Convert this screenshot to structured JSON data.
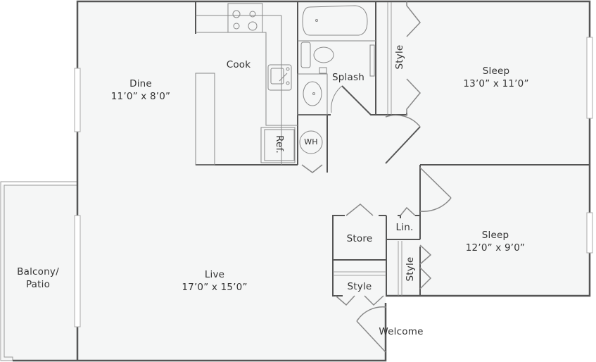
{
  "colors": {
    "floor": "#f5f6f6",
    "wall": "#555555",
    "fixture": "#8a8a8a",
    "text": "#333333"
  },
  "rooms": {
    "dine": {
      "name": "Dine",
      "size": "11’0” x 8’0”"
    },
    "cook": {
      "name": "Cook"
    },
    "splash": {
      "name": "Splash"
    },
    "style_master": {
      "name": "Style"
    },
    "sleep_master": {
      "name": "Sleep",
      "size": "13’0” x 11’0”"
    },
    "sleep_second": {
      "name": "Sleep",
      "size": "12’0” x 9’0”"
    },
    "store": {
      "name": "Store"
    },
    "linen": {
      "name": "Lin."
    },
    "style_hall": {
      "name": "Style"
    },
    "style_second": {
      "name": "Style"
    },
    "live": {
      "name": "Live",
      "size": "17’0” x 15’0”"
    },
    "balcony": {
      "name": "Balcony/",
      "name2": "Patio"
    },
    "welcome": {
      "name": "Welcome"
    }
  },
  "fixtures": {
    "refrigerator": "Ref.",
    "water_heater": "WH"
  }
}
